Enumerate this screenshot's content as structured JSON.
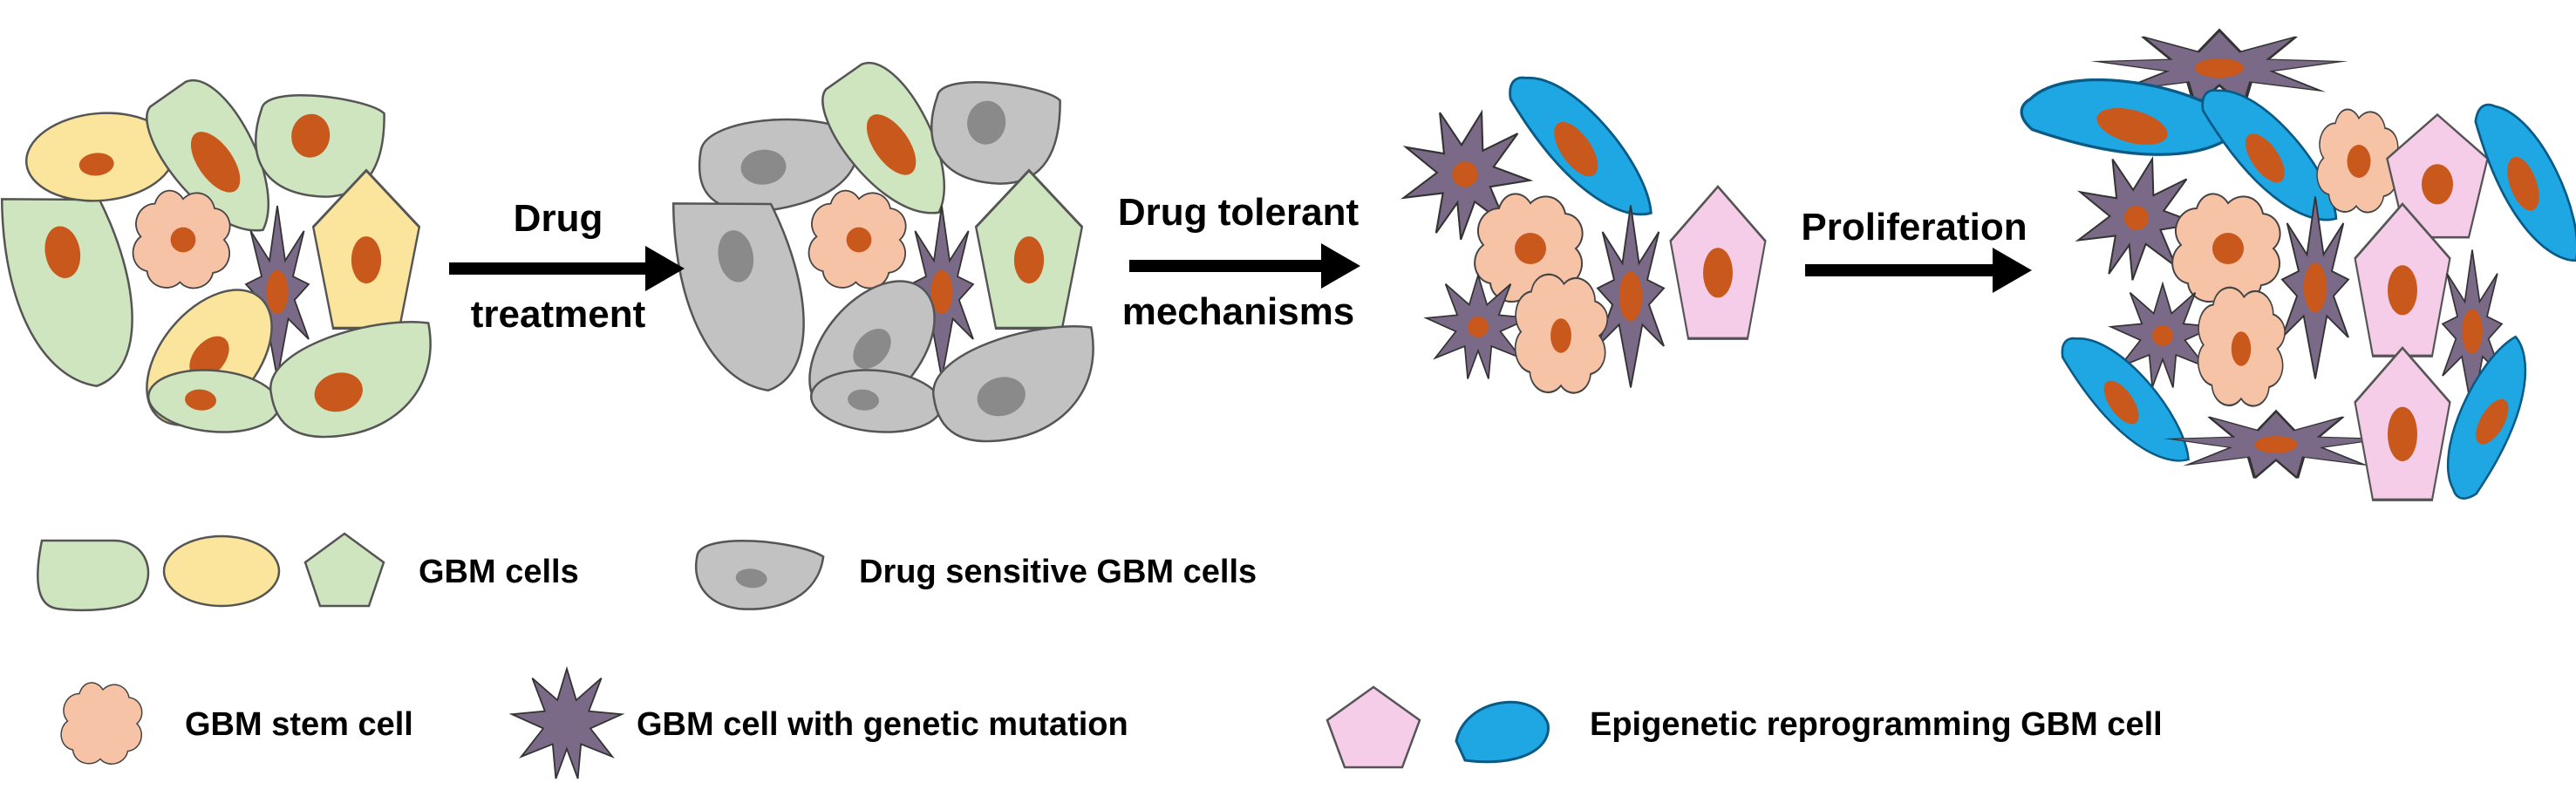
{
  "stages": [
    {
      "id": "initial-tumor"
    },
    {
      "id": "post-treatment"
    },
    {
      "id": "tolerant-survivors"
    },
    {
      "id": "relapsed-tumor"
    }
  ],
  "arrows": [
    {
      "line1": "Drug",
      "line2": "treatment"
    },
    {
      "line1": "Drug tolerant",
      "line2": "mechanisms"
    },
    {
      "line1": "Proliferation",
      "line2": ""
    }
  ],
  "legend": {
    "gbm_cells": "GBM cells",
    "drug_sensitive": "Drug sensitive GBM cells",
    "stem_cell": "GBM stem cell",
    "genetic_mutation": "GBM cell with genetic mutation",
    "epigenetic": "Epigenetic reprogramming GBM cell"
  },
  "colors": {
    "green": "#cfe5bf",
    "yellow": "#fbe59c",
    "gray": "#c2c2c2",
    "stem": "#f7c3a6",
    "mutation": "#7a6a87",
    "pink": "#f5cde8",
    "blue": "#1fa7e4",
    "nucleus": "#c8581b",
    "nucleus_gray": "#8a8a8a"
  }
}
